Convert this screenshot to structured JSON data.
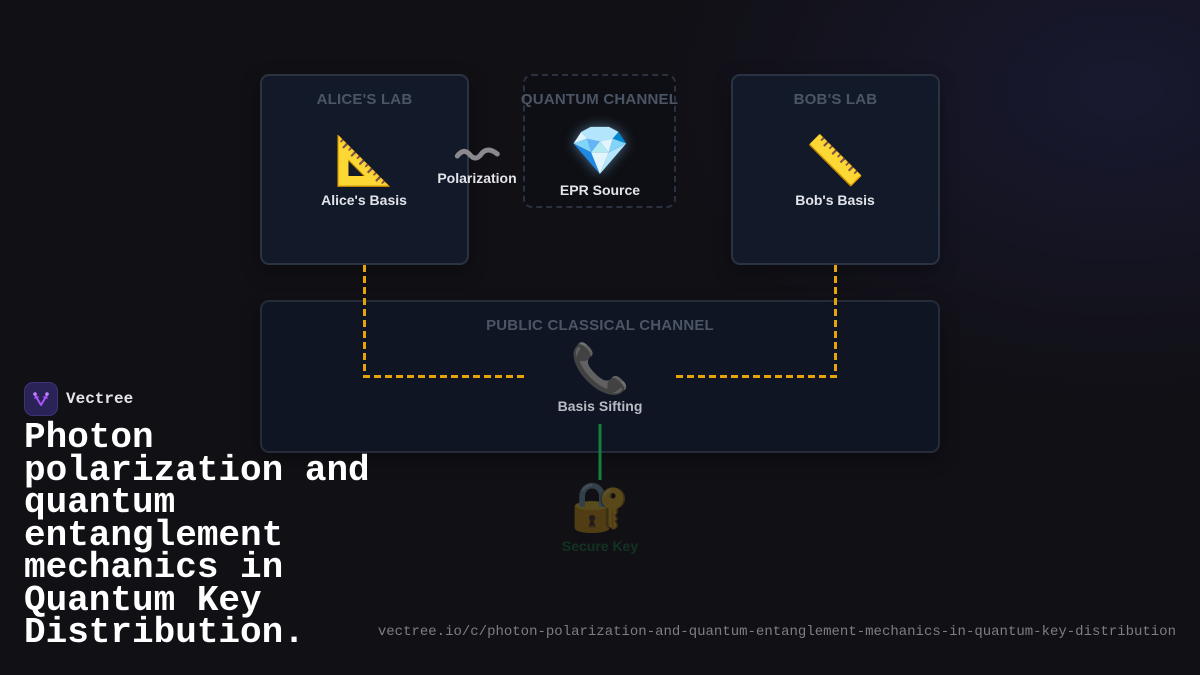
{
  "diagram": {
    "groups": {
      "alice_lab": {
        "title": "ALICE'S LAB"
      },
      "quantum_channel": {
        "title": "QUANTUM CHANNEL"
      },
      "bob_lab": {
        "title": "BOB'S LAB"
      },
      "public_channel": {
        "title": "PUBLIC CLASSICAL CHANNEL"
      }
    },
    "nodes": {
      "alice_basis": {
        "icon": "triangular-ruler-icon",
        "glyph": "📐",
        "label": "Alice's Basis"
      },
      "polarization": {
        "icon": "wavy-dash-icon",
        "glyph": "〰️",
        "label": "Polarization"
      },
      "epr_source": {
        "icon": "gem-icon",
        "glyph": "💎",
        "label": "EPR Source"
      },
      "bob_basis": {
        "icon": "straight-ruler-icon",
        "glyph": "📏",
        "label": "Bob's Basis"
      },
      "basis_sifting": {
        "icon": "telephone-receiver-icon",
        "glyph": "📞",
        "label": "Basis Sifting"
      },
      "secure_key": {
        "icon": "locked-with-key-icon",
        "glyph": "🔐",
        "label": "Secure Key"
      }
    },
    "edges": [
      {
        "from": "alice_basis",
        "to": "basis_sifting",
        "style": "dashed",
        "color": "#e5a50a"
      },
      {
        "from": "bob_basis",
        "to": "basis_sifting",
        "style": "dashed",
        "color": "#e5a50a"
      },
      {
        "from": "basis_sifting",
        "to": "secure_key",
        "style": "solid",
        "color": "#15803d"
      }
    ]
  },
  "brand": {
    "name": "Vectree",
    "logo_color": "#a855f7"
  },
  "headline": "Photon polarization and quantum entanglement mechanics in Quantum Key Distribution.",
  "footer": {
    "url": "vectree.io/c/photon-polarization-and-quantum-entanglement-mechanics-in-quantum-key-distribution"
  }
}
